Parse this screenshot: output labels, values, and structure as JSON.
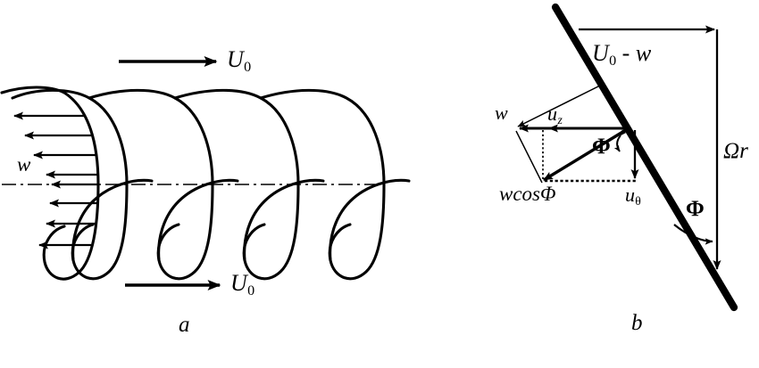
{
  "figure": {
    "background_color": "#ffffff",
    "stroke_color": "#000000",
    "panels": [
      {
        "id": "a",
        "label": "a",
        "description": "helical-vortex-wake-with-axial-velocity-profile"
      },
      {
        "id": "b",
        "label": "b",
        "description": "blade-section-velocity-triangle"
      }
    ]
  },
  "panel_a": {
    "label": "a",
    "freestream_top": {
      "label": "U",
      "subscript": "0",
      "arrow": "right-arrow-icon"
    },
    "freestream_bottom": {
      "label": "U",
      "subscript": "0",
      "arrow": "right-arrow-icon"
    },
    "induced_velocity": {
      "label": "w",
      "arrow": "left-arrow-icon",
      "profile_arrow_count": 8
    },
    "axis_line": {
      "style": "dash-dot",
      "name": "rotor-axis"
    },
    "helix": {
      "loop_count": 6,
      "name": "helical-vortex-filament"
    }
  },
  "panel_b": {
    "label": "b",
    "blade_line": {
      "name": "blade-chord-line",
      "style": "thick-solid"
    },
    "vectors": [
      {
        "name": "axial-velocity-vector",
        "label": "U",
        "subscript": "0",
        "suffix": " - w",
        "direction": "right"
      },
      {
        "name": "rotational-velocity-vector",
        "label": "Ωr",
        "direction": "down"
      },
      {
        "name": "induced-velocity-vector",
        "label": "w",
        "direction": "left-up"
      },
      {
        "name": "axial-induced-component-vector",
        "label": "u",
        "subscript": "z",
        "direction": "left"
      },
      {
        "name": "tangential-induced-component-vector",
        "label": "u",
        "subscript": "θ",
        "direction": "down"
      },
      {
        "name": "w-cos-phi-vector",
        "label": "wcosΦ",
        "direction": "down-left"
      }
    ],
    "angles": [
      {
        "name": "inflow-angle-upper",
        "label": "Φ"
      },
      {
        "name": "inflow-angle-lower",
        "label": "Φ"
      }
    ]
  }
}
